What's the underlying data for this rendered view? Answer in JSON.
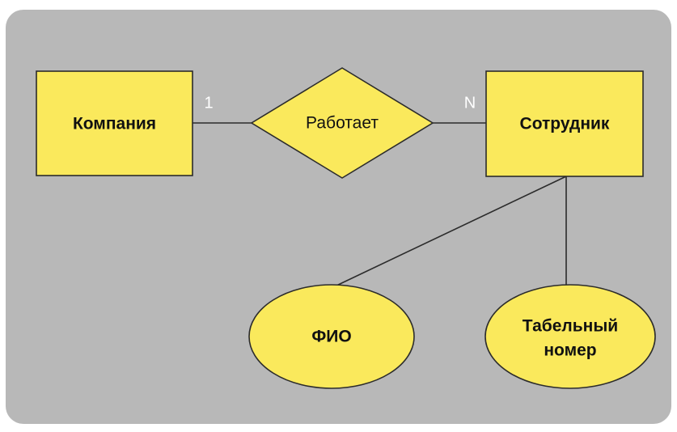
{
  "canvas": {
    "background_color": "#b8b8b8",
    "page_color": "#ffffff",
    "shape_fill": "#fae95c",
    "shape_stroke": "#2b2b2b",
    "text_color": "#111111",
    "cardinality_color": "#ffffff"
  },
  "diagram": {
    "type": "entity-relationship",
    "entities": [
      {
        "id": "company",
        "label": "Компания",
        "shape": "rectangle"
      },
      {
        "id": "employee",
        "label": "Сотрудник",
        "shape": "rectangle"
      }
    ],
    "relationships": [
      {
        "id": "works",
        "label": "Работает",
        "shape": "diamond"
      }
    ],
    "attributes": [
      {
        "id": "fio",
        "label": "ФИО",
        "shape": "ellipse",
        "lines": [
          "ФИО"
        ]
      },
      {
        "id": "tabnum",
        "label": "Табельный номер",
        "shape": "ellipse",
        "lines": [
          "Табельный",
          "номер"
        ]
      }
    ],
    "cardinalities": [
      {
        "id": "company-side",
        "label": "1"
      },
      {
        "id": "employee-side",
        "label": "N"
      }
    ],
    "connectors": [
      {
        "id": "company-works",
        "from": "company",
        "to": "works"
      },
      {
        "id": "works-employee",
        "from": "works",
        "to": "employee"
      },
      {
        "id": "employee-fio",
        "from": "employee",
        "to": "fio"
      },
      {
        "id": "employee-tabnum",
        "from": "employee",
        "to": "tabnum"
      }
    ]
  }
}
